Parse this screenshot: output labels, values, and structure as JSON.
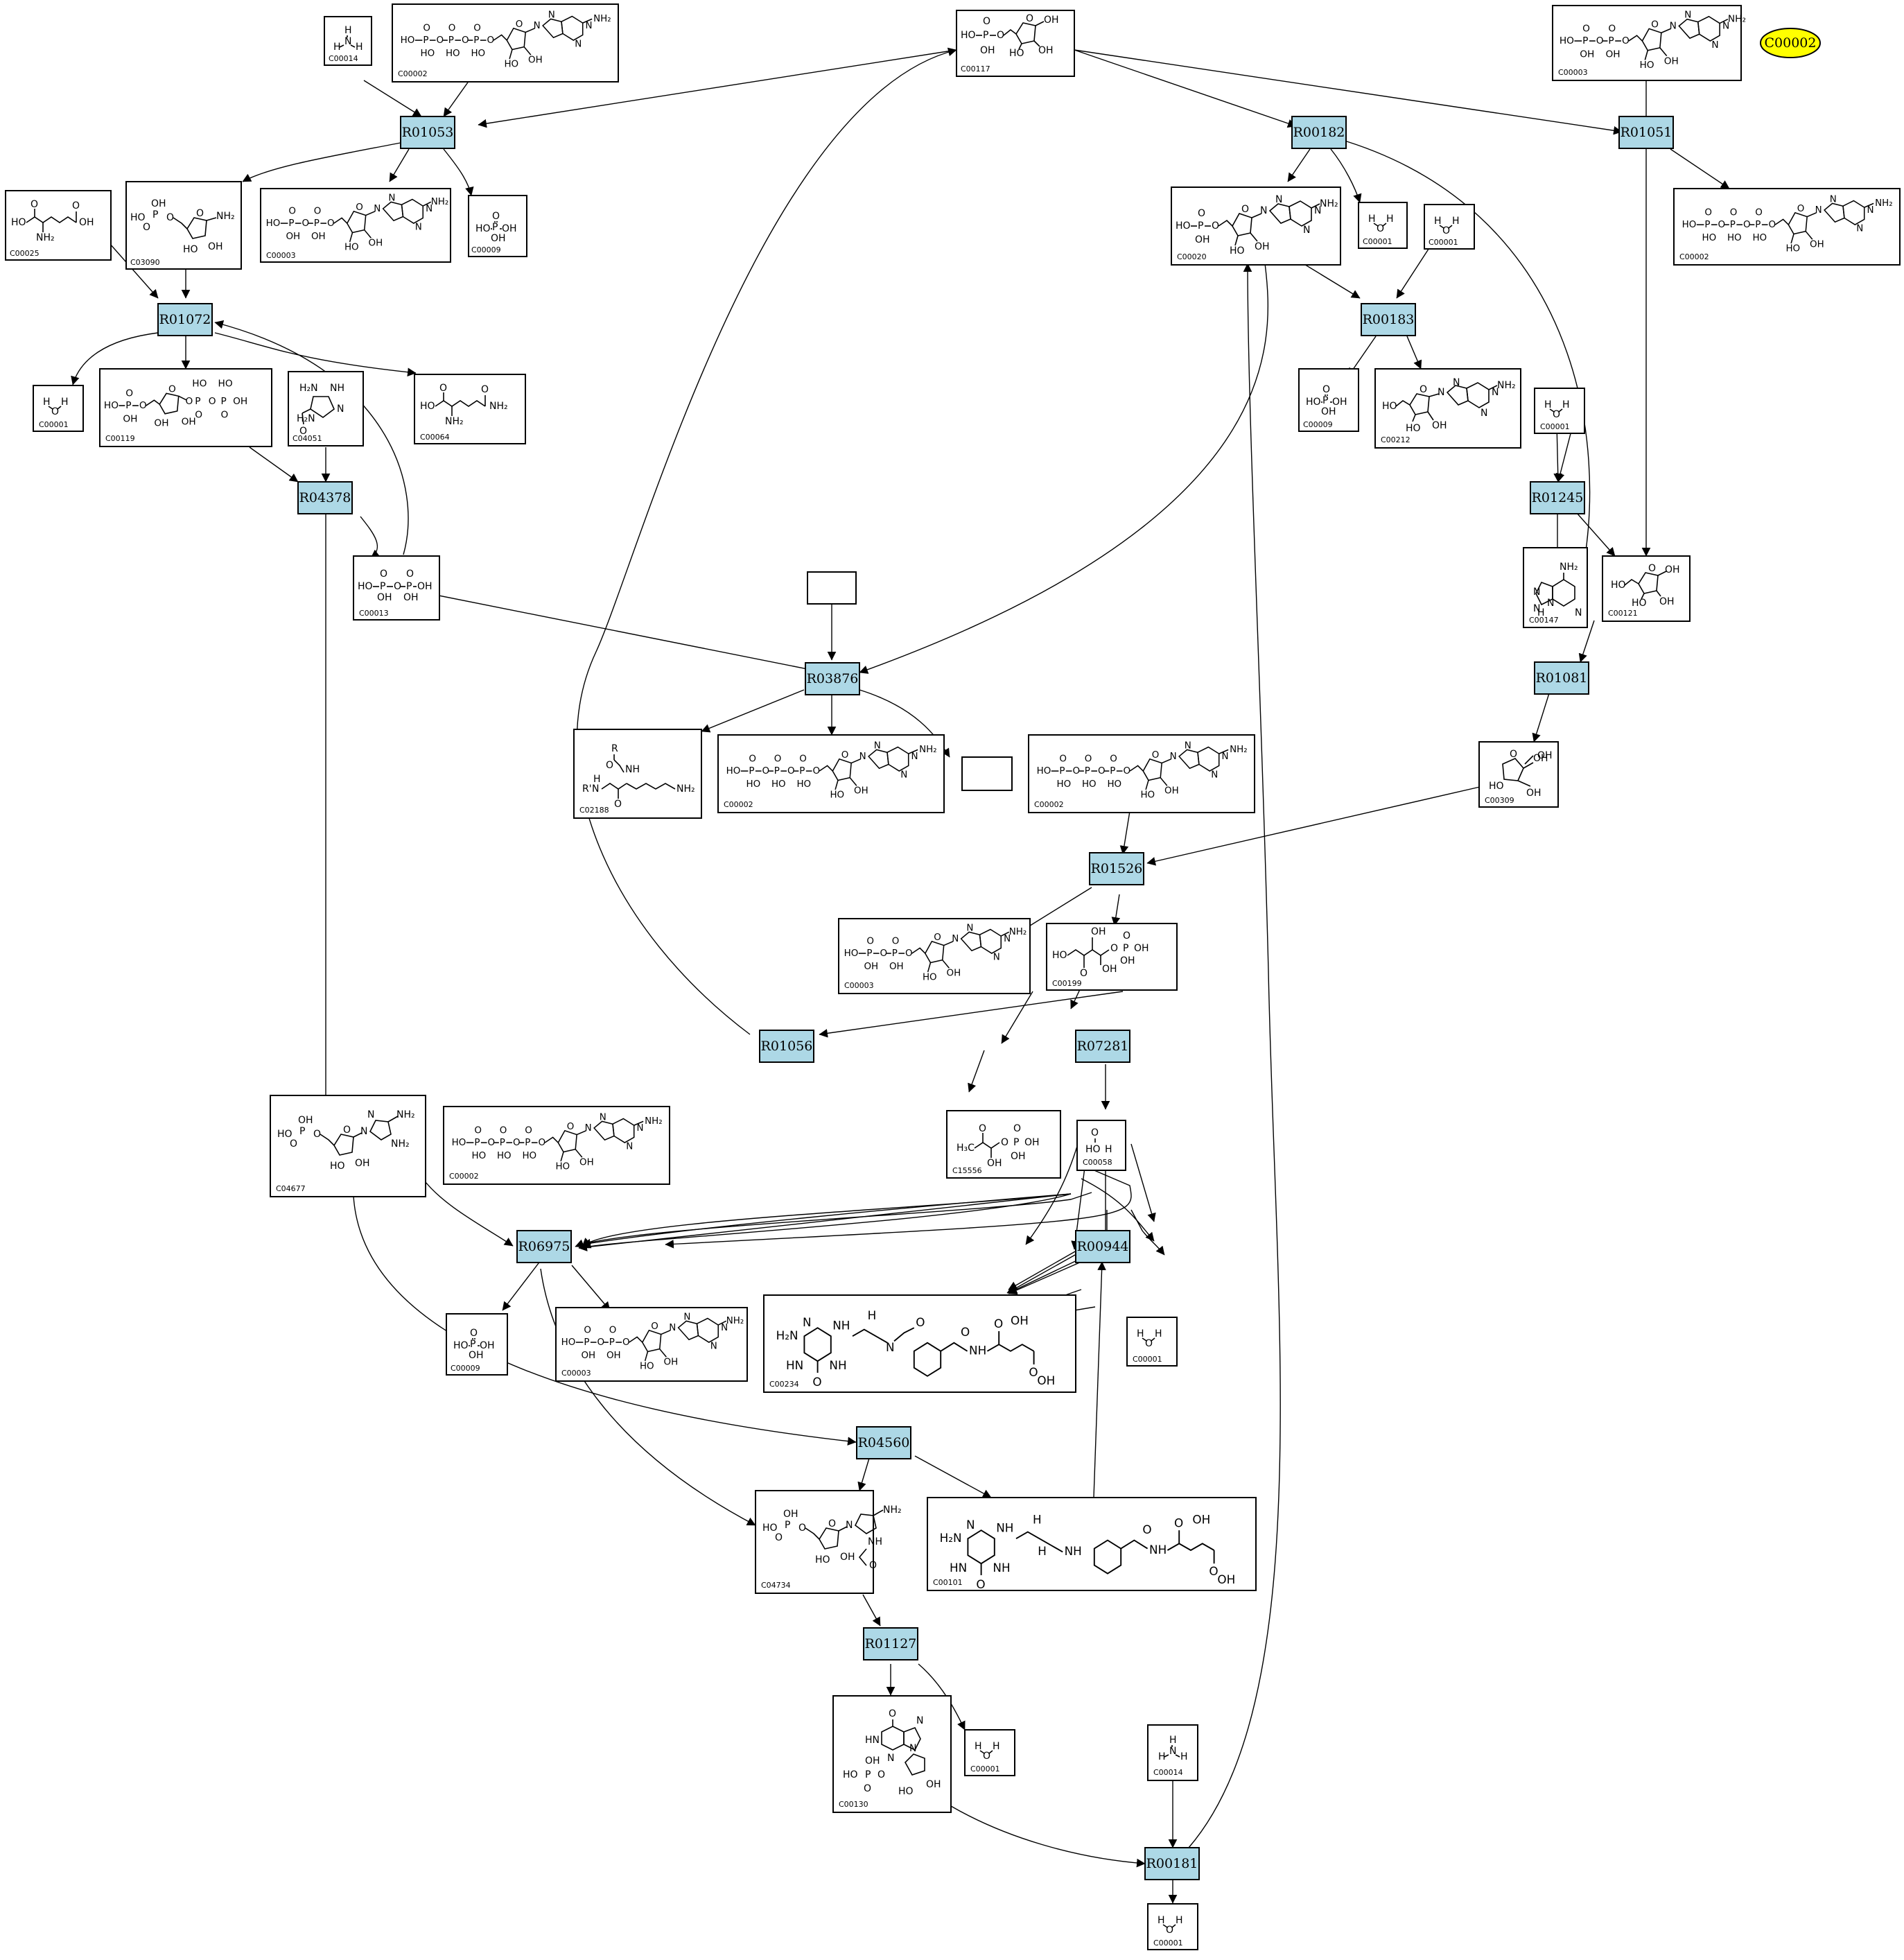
{
  "highlight": {
    "label": "C00002",
    "color": "#ffff00"
  },
  "colors": {
    "reaction_fill": "#add8e6",
    "compound_fill": "#ffffff",
    "edge": "#000000"
  },
  "reactions": [
    {
      "id": "R01053",
      "label": "R01053"
    },
    {
      "id": "R00182",
      "label": "R00182"
    },
    {
      "id": "R01051",
      "label": "R01051"
    },
    {
      "id": "R01072",
      "label": "R01072"
    },
    {
      "id": "R00183",
      "label": "R00183"
    },
    {
      "id": "R04378",
      "label": "R04378"
    },
    {
      "id": "R01245",
      "label": "R01245"
    },
    {
      "id": "R03876",
      "label": "R03876"
    },
    {
      "id": "R01081",
      "label": "R01081"
    },
    {
      "id": "R01526",
      "label": "R01526"
    },
    {
      "id": "R01056",
      "label": "R01056"
    },
    {
      "id": "R07281",
      "label": "R07281"
    },
    {
      "id": "R00944",
      "label": "R00944"
    },
    {
      "id": "R06975",
      "label": "R06975"
    },
    {
      "id": "R04560",
      "label": "R04560"
    },
    {
      "id": "R01127",
      "label": "R01127"
    },
    {
      "id": "R00181",
      "label": "R00181"
    }
  ],
  "compounds": [
    {
      "id": "c1",
      "label": "C00014",
      "structure": "ammonia"
    },
    {
      "id": "c2",
      "label": "C00002",
      "structure": "ATP"
    },
    {
      "id": "c3",
      "label": "C00117",
      "structure": "ribose-5-phosphate"
    },
    {
      "id": "c4",
      "label": "C00003",
      "structure": "ADP"
    },
    {
      "id": "c5",
      "label": "C00025",
      "structure": "glutamate"
    },
    {
      "id": "c6",
      "label": "C03090",
      "structure": "phosphoribosylamine"
    },
    {
      "id": "c7",
      "label": "C00003",
      "structure": "ADP"
    },
    {
      "id": "c8",
      "label": "C00009",
      "structure": "phosphate"
    },
    {
      "id": "c9",
      "label": "C00020",
      "structure": "AMP"
    },
    {
      "id": "c10",
      "label": "C00001",
      "structure": "water"
    },
    {
      "id": "c11",
      "label": "C00001",
      "structure": "water"
    },
    {
      "id": "c12",
      "label": "C00002",
      "structure": "ATP"
    },
    {
      "id": "c13",
      "label": "C00001",
      "structure": "water"
    },
    {
      "id": "c14",
      "label": "C00119",
      "structure": "PRPP"
    },
    {
      "id": "c15",
      "label": "C04051",
      "structure": "aminoimidazolecarboxamide"
    },
    {
      "id": "c16",
      "label": "C00064",
      "structure": "glutamine"
    },
    {
      "id": "c17",
      "label": "C00009",
      "structure": "phosphate"
    },
    {
      "id": "c18",
      "label": "C00212",
      "structure": "adenosine"
    },
    {
      "id": "c19",
      "label": "C00001",
      "structure": "water"
    },
    {
      "id": "c20",
      "label": "C00013",
      "structure": "diphosphate"
    },
    {
      "id": "c21",
      "label": "C00147",
      "structure": "adenine"
    },
    {
      "id": "c22",
      "label": "C00121",
      "structure": "ribose"
    },
    {
      "id": "c23",
      "label": "C02188",
      "structure": "protein lysine"
    },
    {
      "id": "c24",
      "label": "C00002",
      "structure": "ATP"
    },
    {
      "id": "c25",
      "label": "C00002",
      "structure": "ATP"
    },
    {
      "id": "c26",
      "label": "C00309",
      "structure": "ribulose"
    },
    {
      "id": "c27",
      "label": "C00003",
      "structure": "ADP"
    },
    {
      "id": "c28",
      "label": "C00199",
      "structure": "ribulose-5-phosphate"
    },
    {
      "id": "c29",
      "label": "C04677",
      "structure": "AICAR"
    },
    {
      "id": "c30",
      "label": "C00002",
      "structure": "ATP"
    },
    {
      "id": "c31",
      "label": "C15556",
      "structure": "hydroxyacetone phosphate"
    },
    {
      "id": "c32",
      "label": "C00058",
      "structure": "formate"
    },
    {
      "id": "c33",
      "label": "C00009",
      "structure": "phosphate"
    },
    {
      "id": "c34",
      "label": "C00003",
      "structure": "ADP"
    },
    {
      "id": "c35",
      "label": "C00234",
      "structure": "10-formyl-THF"
    },
    {
      "id": "c36",
      "label": "C00001",
      "structure": "water"
    },
    {
      "id": "c37",
      "label": "C04734",
      "structure": "FAICAR"
    },
    {
      "id": "c38",
      "label": "C00101",
      "structure": "THF"
    },
    {
      "id": "c39",
      "label": "C00130",
      "structure": "IMP"
    },
    {
      "id": "c40",
      "label": "C00001",
      "structure": "water"
    },
    {
      "id": "c41",
      "label": "C00014",
      "structure": "ammonia"
    },
    {
      "id": "c42",
      "label": "C00001",
      "structure": "water"
    }
  ]
}
